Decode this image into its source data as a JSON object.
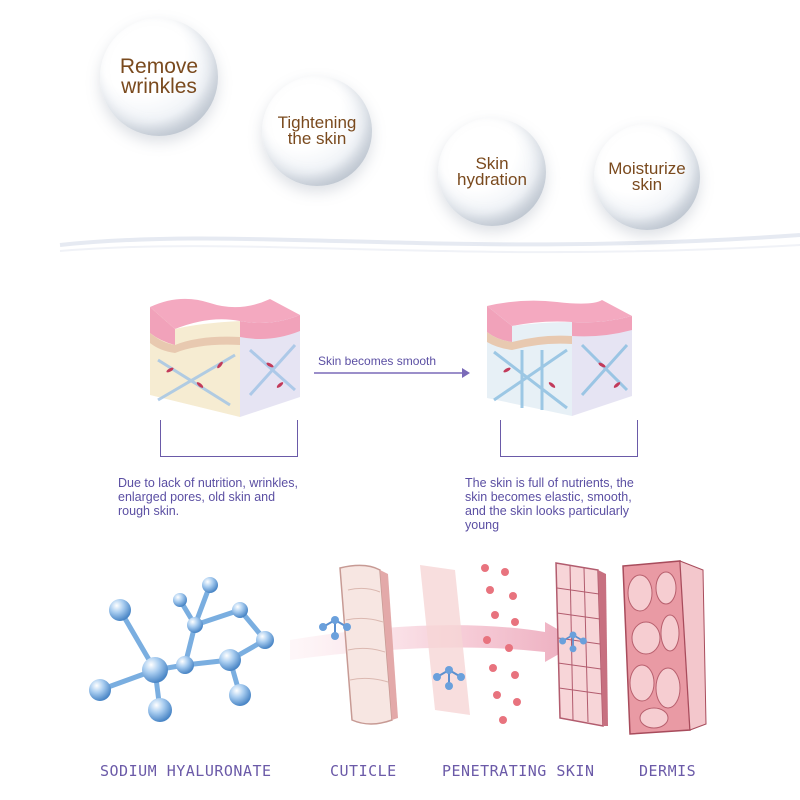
{
  "bubbles": [
    {
      "text": "Remove\nwrinkles"
    },
    {
      "text": "Tightening\nthe skin"
    },
    {
      "text": "Skin\nhydration"
    },
    {
      "text": "Moisturize\nskin"
    }
  ],
  "comparison": {
    "arrow_label": "Skin becomes smooth",
    "before_desc": "Due to lack of nutrition, wrinkles,\nenlarged pores, old skin and\nrough skin.",
    "after_desc": "The skin is full of nutrients, the\nskin becomes elastic, smooth,\nand the skin looks particularly\nyoung"
  },
  "layers": {
    "sodium": "SODIUM HYALURONATE",
    "cuticle": "CUTICLE",
    "penetrating": "PENETRATING SKIN",
    "dermis": "DERMIS"
  },
  "colors": {
    "text_brown": "#7a4a1e",
    "text_purple": "#5b4fa3",
    "molecule_blue": "#7aaee0",
    "skin_pink": "#f2b6c6"
  }
}
